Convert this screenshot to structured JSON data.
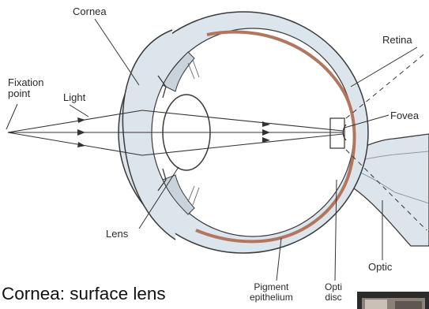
{
  "labels": {
    "cornea": "Cornea",
    "retina": "Retina",
    "fixation_point": "Fixation\npoint",
    "light": "Light",
    "fovea": "Fovea",
    "lens": "Lens",
    "optic": "Optic",
    "pigment_epithelium": "Pigment\nepithelium",
    "optic_disc": "Opti\ndisc"
  },
  "caption": "Cornea: surface lens",
  "colors": {
    "sclera_fill": "#dde5ec",
    "outline": "#3a3a3a",
    "retina_band": "#b2765e",
    "vitreous": "#ffffff",
    "leader": "#333333"
  }
}
